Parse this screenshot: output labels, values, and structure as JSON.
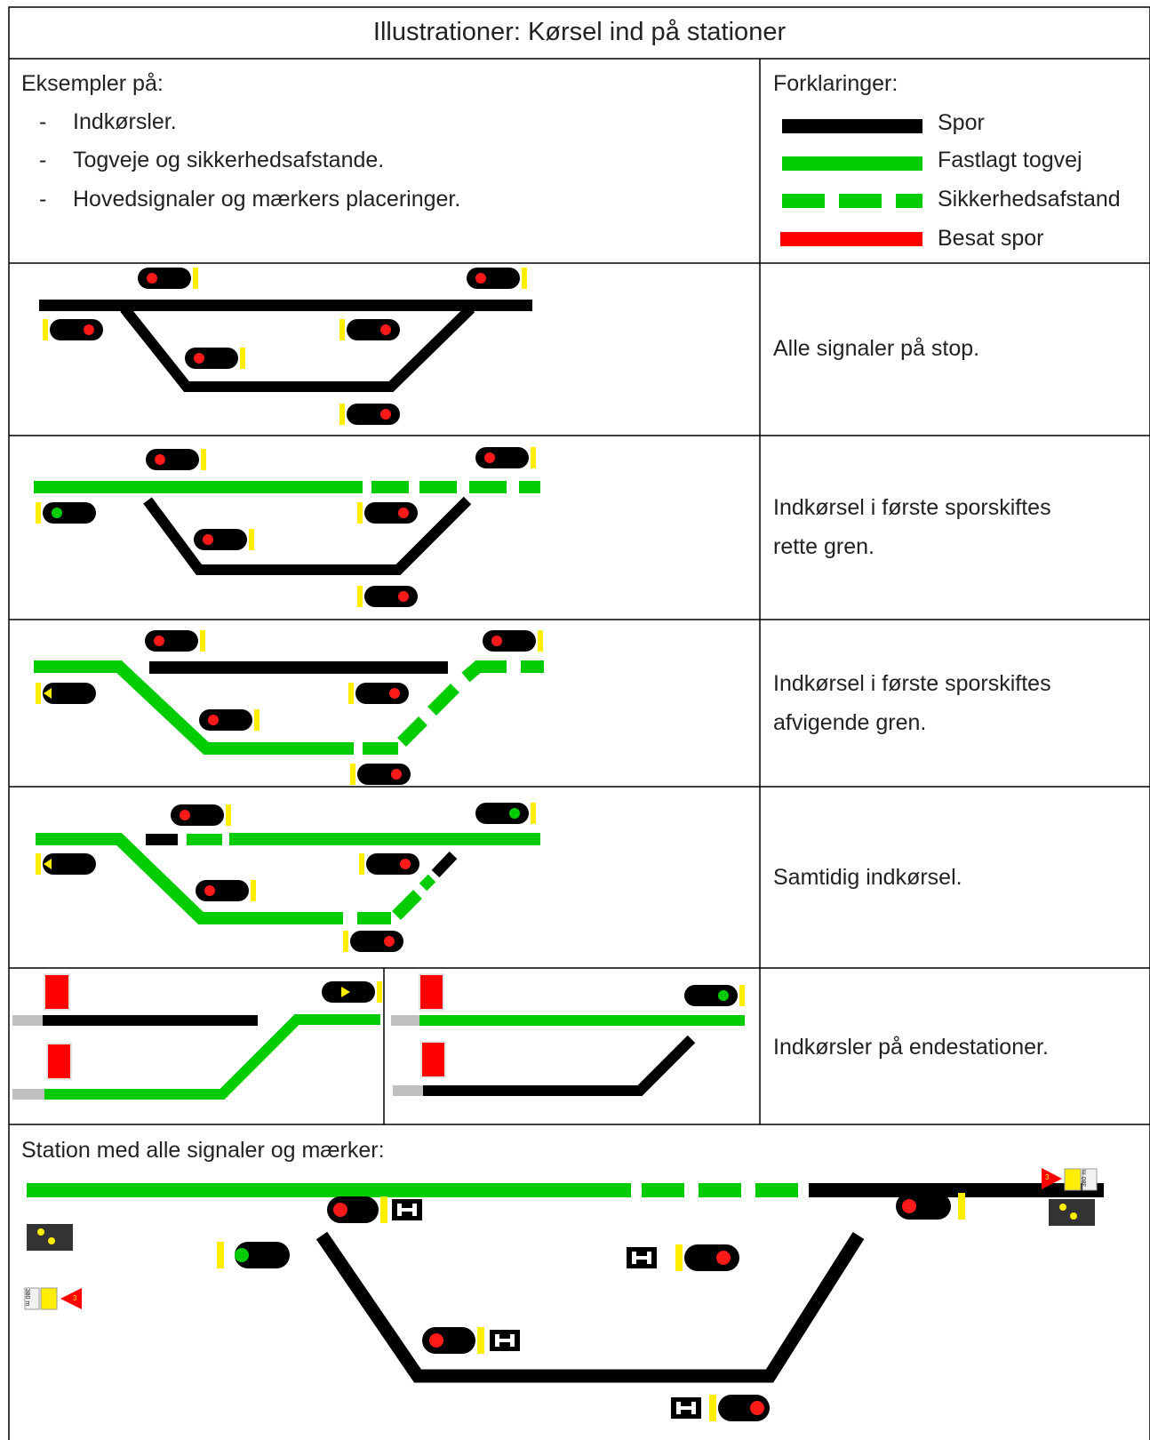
{
  "title": "Illustrationer: Kørsel ind på stationer",
  "examples": {
    "heading": "Eksempler på:",
    "bullet": "-",
    "items": [
      "Indkørsler.",
      "Togveje og sikkerhedsafstande.",
      "Hovedsignaler og mærkers placeringer."
    ]
  },
  "legend": {
    "heading": "Forklaringer:",
    "items": [
      {
        "label": "Spor",
        "color": "#000000",
        "style": "solid"
      },
      {
        "label": "Fastlagt togvej",
        "color": "#00cc00",
        "style": "solid"
      },
      {
        "label": "Sikkerhedsafstand",
        "color": "#00cc00",
        "style": "dashed"
      },
      {
        "label": "Besat spor",
        "color": "#ff0000",
        "style": "solid"
      }
    ]
  },
  "rows": [
    {
      "description": [
        "Alle signaler på stop."
      ]
    },
    {
      "description": [
        "Indkørsel i første sporskiftes",
        "rette gren."
      ]
    },
    {
      "description": [
        "Indkørsel i første sporskiftes",
        "afvigende gren."
      ]
    },
    {
      "description": [
        "Samtidig indkørsel."
      ]
    },
    {
      "description": [
        "Indkørsler på endestationer."
      ]
    }
  ],
  "station": {
    "heading": "Station med alle signaler og mærker:",
    "speed_sign": "3",
    "distance_sign": "380 m"
  },
  "colors": {
    "track": "#000000",
    "route": "#00cc00",
    "occupied": "#ff0000",
    "signal_red": "#ff1a1a",
    "signal_green": "#00cc00",
    "signal_yellow": "#ffee00",
    "plate": "#ffee00",
    "buffer": "#c0c0c0",
    "board": "#333333"
  }
}
